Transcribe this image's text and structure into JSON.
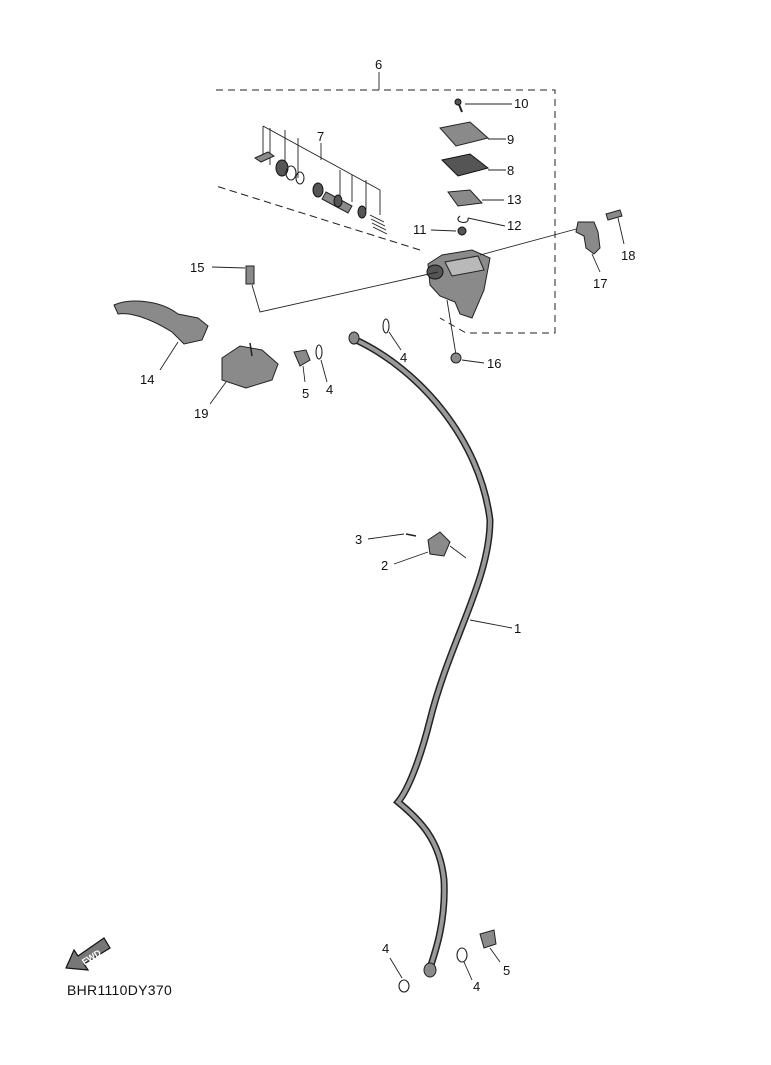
{
  "diagram_code": "BHR1110DY370",
  "fwd_arrow": {
    "label": "FWD",
    "icon": "fwd-arrow-icon"
  },
  "colors": {
    "line": "#222222",
    "part_fill": "#8a8a8a",
    "background": "#ffffff"
  },
  "callouts": [
    {
      "id": "c1",
      "text": "1"
    },
    {
      "id": "c2",
      "text": "2"
    },
    {
      "id": "c3",
      "text": "3"
    },
    {
      "id": "c4a",
      "text": "4"
    },
    {
      "id": "c4b",
      "text": "4"
    },
    {
      "id": "c4c",
      "text": "4"
    },
    {
      "id": "c4d",
      "text": "4"
    },
    {
      "id": "c5a",
      "text": "5"
    },
    {
      "id": "c5b",
      "text": "5"
    },
    {
      "id": "c6",
      "text": "6"
    },
    {
      "id": "c7",
      "text": "7"
    },
    {
      "id": "c8",
      "text": "8"
    },
    {
      "id": "c9",
      "text": "9"
    },
    {
      "id": "c10",
      "text": "10"
    },
    {
      "id": "c11",
      "text": "11"
    },
    {
      "id": "c12",
      "text": "12"
    },
    {
      "id": "c13",
      "text": "13"
    },
    {
      "id": "c14",
      "text": "14"
    },
    {
      "id": "c15",
      "text": "15"
    },
    {
      "id": "c16",
      "text": "16"
    },
    {
      "id": "c17",
      "text": "17"
    },
    {
      "id": "c18",
      "text": "18"
    },
    {
      "id": "c19",
      "text": "19"
    }
  ]
}
